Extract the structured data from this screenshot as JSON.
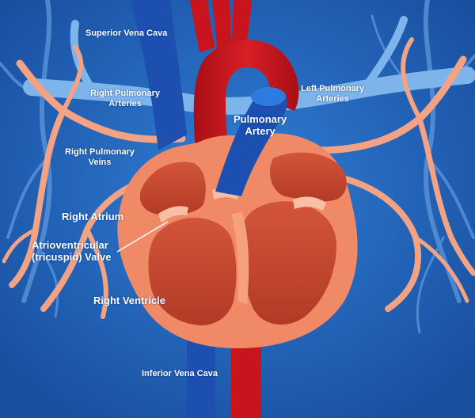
{
  "labels": {
    "superior_vena_cava": "Superior Vena Cava",
    "right_pulmonary_arteries": [
      "Right Pulmonary",
      "Arteries"
    ],
    "left_pulmonary_arteries": [
      "Left Pulmonary",
      "Arteries"
    ],
    "pulmonary_artery": [
      "Pulmonary",
      "Artery"
    ],
    "right_pulmonary_veins": [
      "Right Pulmonary",
      "Veins"
    ],
    "right_atrium": "Right Atrium",
    "av_valve": [
      "Atrioventricular",
      "(tricuspid) Valve"
    ],
    "right_ventricle": "Right Ventricle",
    "inferior_vena_cava": "Inferior Vena Cava"
  },
  "colors": {
    "background": "#1f63b8",
    "artery_red": "#c8141c",
    "vein_blue": "#1d4fb0",
    "vessel_light_blue": "#79b2e8",
    "pulmonary_vein_pink": "#f4a07e",
    "heart_wall": "#f08a66",
    "chamber": "#c8482e"
  }
}
